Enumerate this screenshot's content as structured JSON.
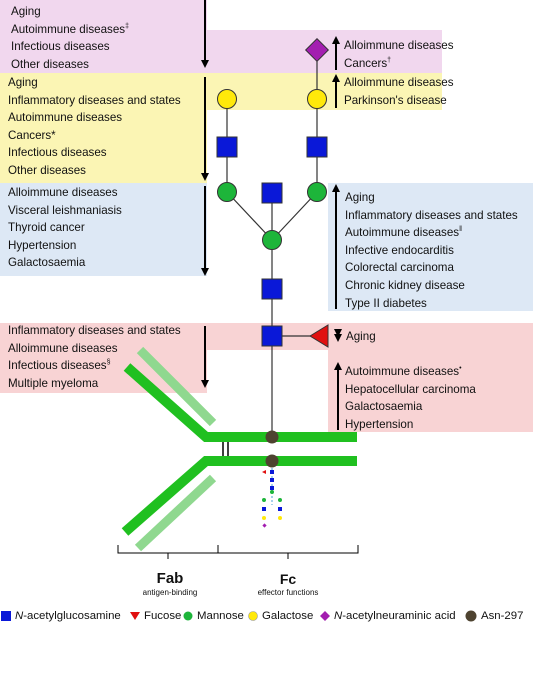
{
  "left_lists": {
    "pink": [
      "Aging",
      "Autoimmune diseases",
      "Infectious diseases",
      "Other diseases"
    ],
    "pink_marks": [
      "",
      "‡",
      "",
      ""
    ],
    "yellow": [
      "Aging",
      "Inflammatory diseases and states",
      "Autoimmune diseases",
      "Cancers*",
      "Infectious diseases",
      "Other diseases"
    ],
    "blue": [
      "Alloimmune diseases",
      "Visceral leishmaniasis",
      "Thyroid cancer",
      "Hypertension",
      "Galactosaemia"
    ],
    "red": [
      "Inflammatory diseases and states",
      "Alloimmune diseases",
      "Infectious diseases",
      "Multiple myeloma"
    ],
    "red_marks": [
      "",
      "",
      "§",
      ""
    ]
  },
  "right_lists": {
    "pink": [
      "Alloimmune diseases",
      "Cancers"
    ],
    "pink_marks": [
      "",
      "†"
    ],
    "yellow": [
      "Alloimmune diseases",
      "Parkinson's disease"
    ],
    "blue": [
      "Aging",
      "Inflammatory diseases and states",
      "Autoimmune diseases",
      "Infective endocarditis",
      "Colorectal carcinoma",
      "Chronic kidney disease",
      "Type II diabetes"
    ],
    "blue_marks": [
      "",
      "",
      "‖",
      "",
      "",
      "",
      ""
    ],
    "red_top": "Aging",
    "red": [
      "Autoimmune diseases",
      "Hepatocellular carcinoma",
      "Galactosaemia",
      "Hypertension"
    ],
    "red_marks": [
      "•",
      "",
      "",
      ""
    ]
  },
  "antibody": {
    "fab_label": "Fab",
    "fab_sub": "antigen-binding",
    "fc_label": "Fc",
    "fc_sub": "effector functions"
  },
  "legend": {
    "glcnac_prefix": "N",
    "glcnac_rest": "-acetylglucosamine",
    "fucose": "Fucose",
    "mannose": "Mannose",
    "galactose": "Galactose",
    "neu_prefix": "N",
    "neu_rest": "-acetylneuraminic acid",
    "asn": "Asn-297"
  },
  "colors": {
    "glcnac": "#0a18d8",
    "fucose": "#e01010",
    "mannose": "#1db53a",
    "galactose": "#ffe90a",
    "neuac": "#a31eb0",
    "asn": "#4e4330",
    "heavy_chain": "#20c020",
    "light_chain": "#8fd88f"
  }
}
